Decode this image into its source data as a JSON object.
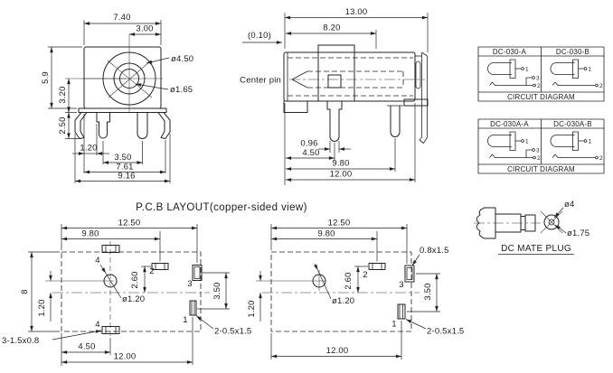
{
  "pcb_title": "P.C.B LAYOUT(copper-sided view)",
  "front_view": {
    "dim_width_top": "7.40",
    "dim_center_offset": "3.00",
    "label_barrel_dia": "ø4.50",
    "label_pin_dia": "ø1.65",
    "dim_height": "5.9",
    "dim_center_height": "3.20",
    "dim_leg_height": "2.50",
    "dim_pin_edge": "1.20",
    "dim_pin_pitch": "3.50",
    "dim_inner_span": "7.61",
    "dim_outer_span": "9.16"
  },
  "side_view": {
    "dim_length": "13.00",
    "dim_body": "8.20",
    "dim_lip": "(0.10)",
    "label_center_pin": "Center pin",
    "dim_pin_width": "0.96",
    "dim_pin1": "4.50",
    "dim_pin2": "9.80",
    "dim_pin3": "12.00"
  },
  "circuit_tables": [
    {
      "columns": [
        "DC-030-A",
        "DC-030-B"
      ],
      "caption": "CIRCUIT DIAGRAM",
      "left_pins": [
        "1",
        "3",
        "2"
      ],
      "right_pins": [
        "1",
        "2"
      ]
    },
    {
      "columns": [
        "DC-030A-A",
        "DC-030A-B"
      ],
      "caption": "CIRCUIT DIAGRAM",
      "left_pins": [
        "1",
        "3",
        "2"
      ],
      "right_pins": [
        "1",
        "2"
      ]
    }
  ],
  "mate_plug": {
    "label": "DC MATE PLUG",
    "dim_body_dia": "ø4",
    "dim_pin_dia": "ø1.75"
  },
  "pcb_left": {
    "dim_overall": "12.50",
    "dim_pad2_x": "9.80",
    "dim_height": "8",
    "dim_hole_y": "1.20",
    "dim_pad2_y": "2.60",
    "dim_pads_y": "3.50",
    "hole_dia": "ø1.20",
    "slot_top": "4",
    "slot_bottom": "4",
    "pad2": "2",
    "pad3": "3",
    "pad1": "1",
    "slots_note": "3-1.5x0.8",
    "dim_hole_x": "4.50",
    "dim_pad1_x": "12.00",
    "pads_note": "2-0.5x1.5"
  },
  "pcb_right": {
    "dim_overall": "12.50",
    "dim_pad2_x": "9.80",
    "slot_note": "0.8x1.5",
    "dim_pad2_y": "2.60",
    "dim_pads_y": "3.50",
    "hole_dia": "ø1.20",
    "dim_hole_y": "1.20",
    "pad2": "2",
    "pad3": "3",
    "pad1": "1",
    "dim_pad1_x": "12.00",
    "pads_note": "2-0.5x1.5"
  }
}
